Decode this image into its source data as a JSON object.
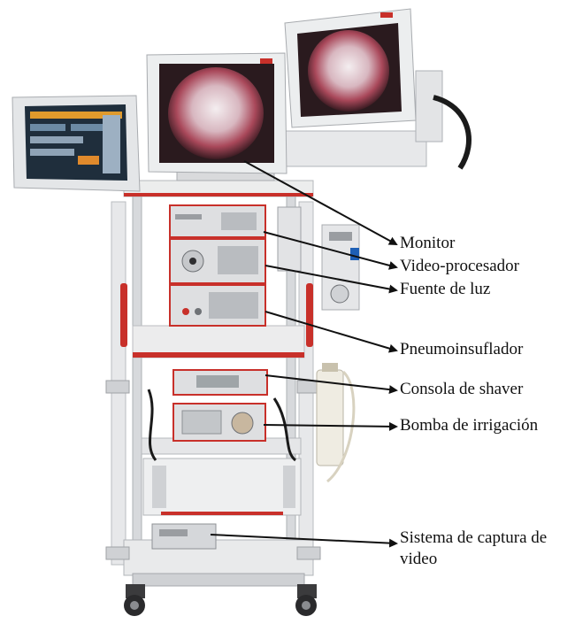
{
  "labels": {
    "monitor": "Monitor",
    "video_procesador": "Video-procesador",
    "fuente_de_luz": "Fuente de luz",
    "pneumoinsuflador": "Pneumoinsuflador",
    "consola_shaver": "Consola de shaver",
    "bomba_irrigacion": "Bomba de irrigación",
    "sistema_captura": "Sistema de captura de video"
  },
  "colors": {
    "frame_red": "#c8302a",
    "panel_grey": "#d9dadc",
    "screen_pink": "#e8c8c8",
    "arrow": "#111111"
  }
}
